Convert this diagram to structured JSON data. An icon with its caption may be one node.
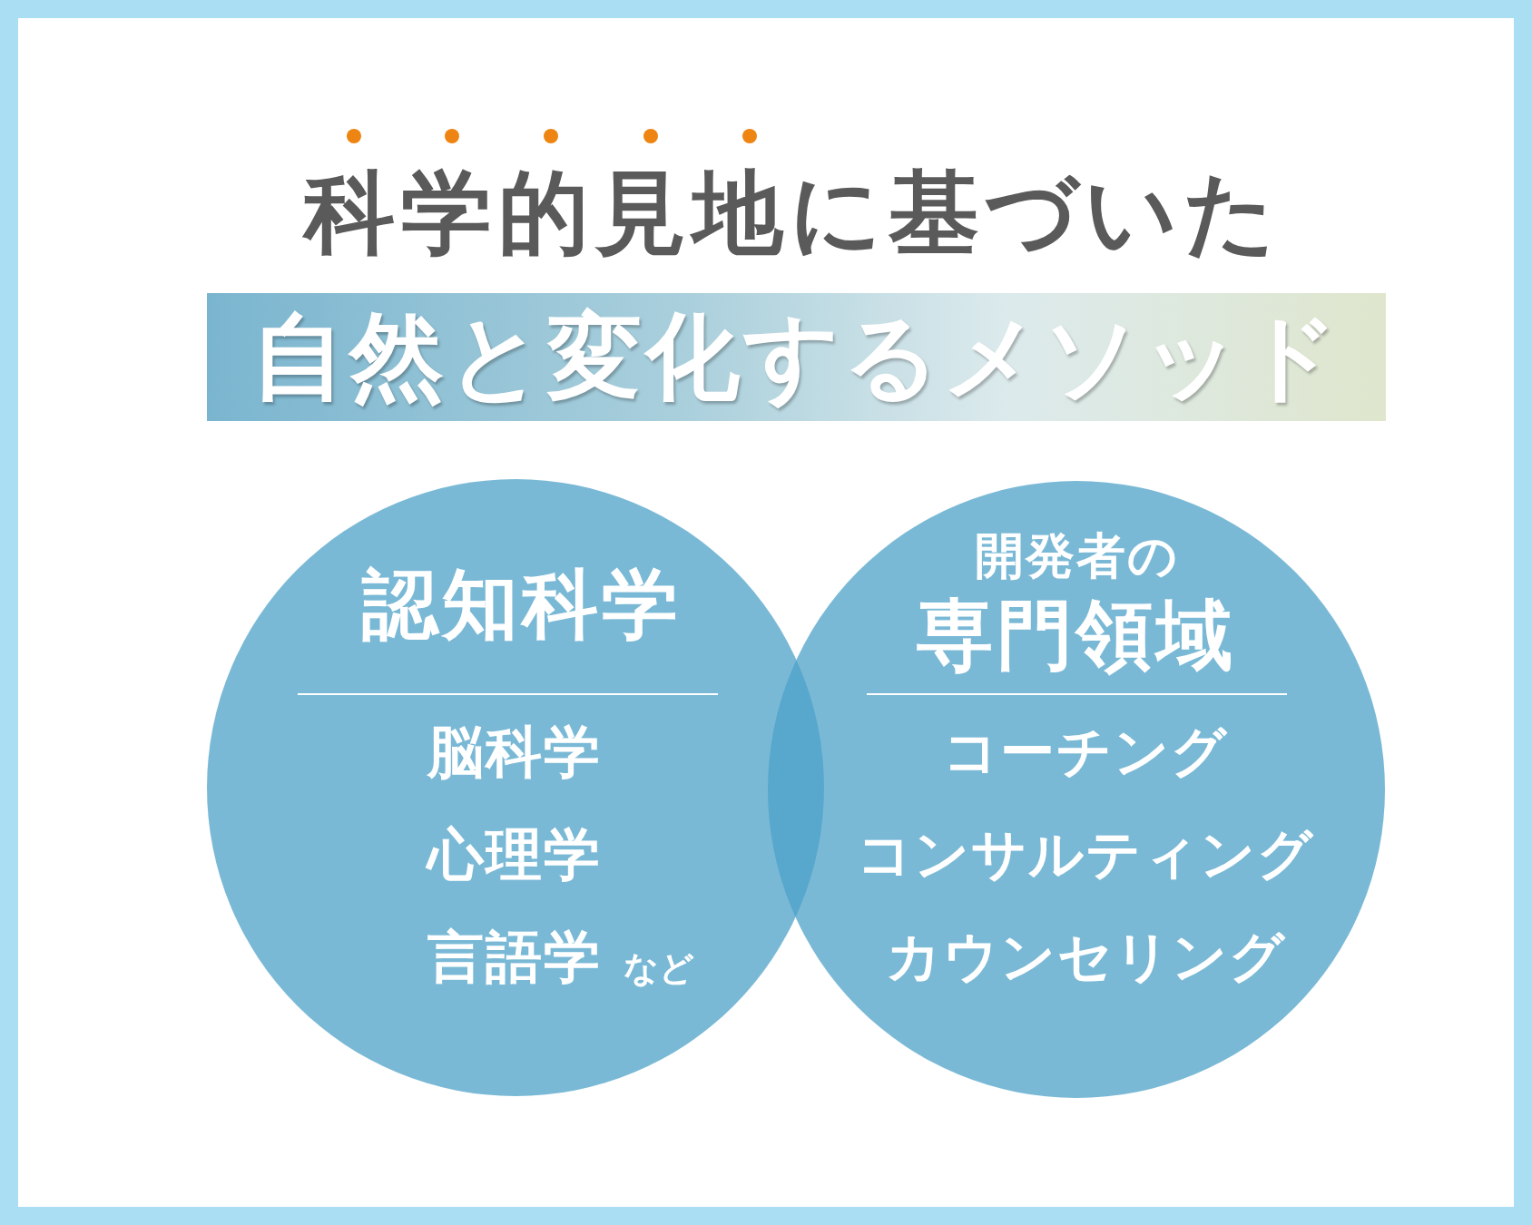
{
  "diagram": {
    "title": "科学的見地に基づいた",
    "nodes": [
      {
        "text": [
          "自然と変化するメソッド"
        ]
      },
      {
        "text": [
          "認知科学",
          "脳科学",
          "心理学",
          "言語学",
          "など"
        ]
      },
      {
        "text": [
          "開発者の",
          "専門領域",
          "コーチング",
          "コンサルティング",
          "カウンセリング"
        ]
      }
    ]
  }
}
